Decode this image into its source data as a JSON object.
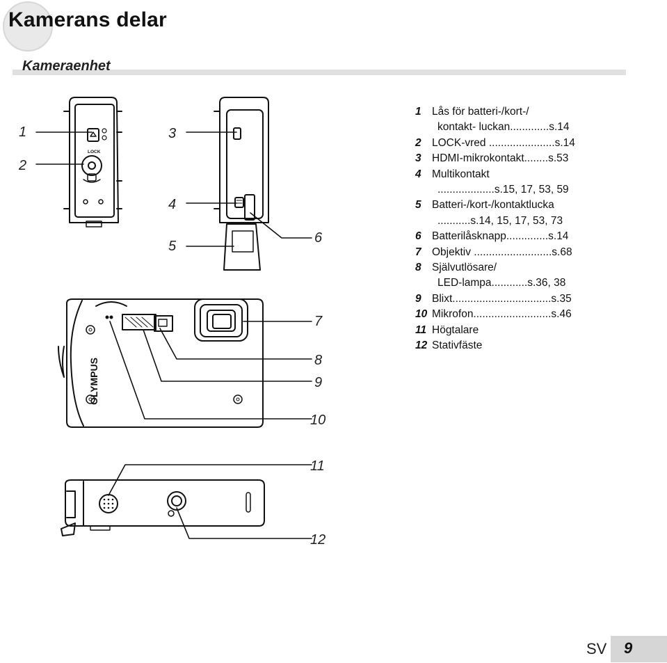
{
  "title": "Kamerans delar",
  "section": "Kameraenhet",
  "callouts": [
    "1",
    "2",
    "3",
    "4",
    "5",
    "6",
    "7",
    "8",
    "9",
    "10",
    "11",
    "12"
  ],
  "camera_markings": {
    "brand": "OLYMPUS",
    "lock": "LOCK"
  },
  "parts": [
    {
      "num": "1",
      "text": "Lås för batteri-/kort-/",
      "cont": "kontakt- luckan.............s.14"
    },
    {
      "num": "2",
      "text": "LOCK-vred ......................s.14"
    },
    {
      "num": "3",
      "text": "HDMI-mikrokontakt........s.53"
    },
    {
      "num": "4",
      "text": "Multikontakt",
      "cont": "...................s.15, 17, 53, 59"
    },
    {
      "num": "5",
      "text": "Batteri-/kort-/kontaktlucka",
      "cont": "...........s.14, 15, 17, 53, 73"
    },
    {
      "num": "6",
      "text": "Batterilåsknapp..............s.14"
    },
    {
      "num": "7",
      "text": "Objektiv ..........................s.68"
    },
    {
      "num": "8",
      "text": "Självutlösare/",
      "cont": "LED-lampa............s.36, 38"
    },
    {
      "num": "9",
      "text": "Blixt.................................s.35"
    },
    {
      "num": "10",
      "text": "Mikrofon..........................s.46"
    },
    {
      "num": "11",
      "text": "Högtalare"
    },
    {
      "num": "12",
      "text": "Stativfäste"
    }
  ],
  "footer": {
    "lang": "SV",
    "page": "9"
  }
}
